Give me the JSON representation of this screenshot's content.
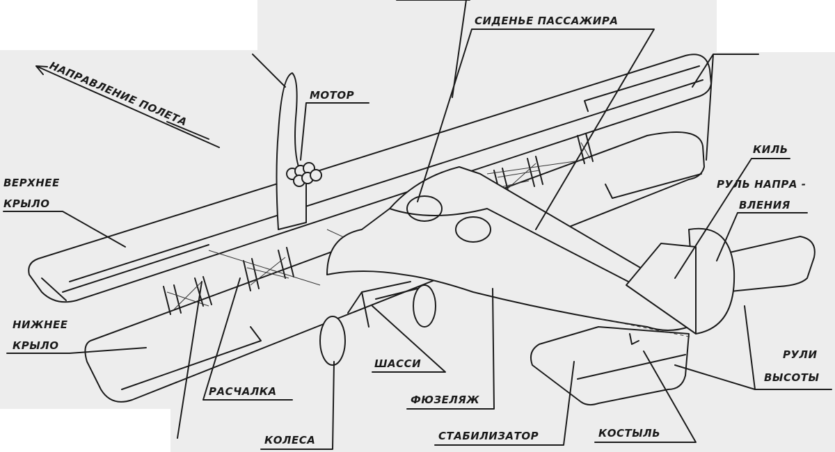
{
  "labels": {
    "flight_direction": "НАПРАВЛЕНИЕ ПОЛЕТА",
    "motor": "МОТОР",
    "upper_wing_1": "ВЕРХНЕЕ",
    "upper_wing_2": "КРЫЛО",
    "lower_wing_1": "НИЖНЕЕ",
    "lower_wing_2": "КРЫЛО",
    "passenger_seat": "СИДЕНЬЕ ПАССАЖИРА",
    "fin": "КИЛЬ",
    "rudder_1": "РУЛЬ НАПРА -",
    "rudder_2": "ВЛЕНИЯ",
    "elevators_1": "РУЛИ",
    "elevators_2": "ВЫСОТЫ",
    "bracing_wire": "РАСЧАЛКА",
    "landing_gear": "ШАССИ",
    "fuselage": "ФЮЗЕЛЯЖ",
    "wheels": "КОЛЕСА",
    "stabilizer": "СТАБИЛИЗАТОР",
    "tail_skid": "КОСТЫЛЬ"
  },
  "colors": {
    "paper": "#ededed",
    "ink": "#1a1a1a"
  }
}
